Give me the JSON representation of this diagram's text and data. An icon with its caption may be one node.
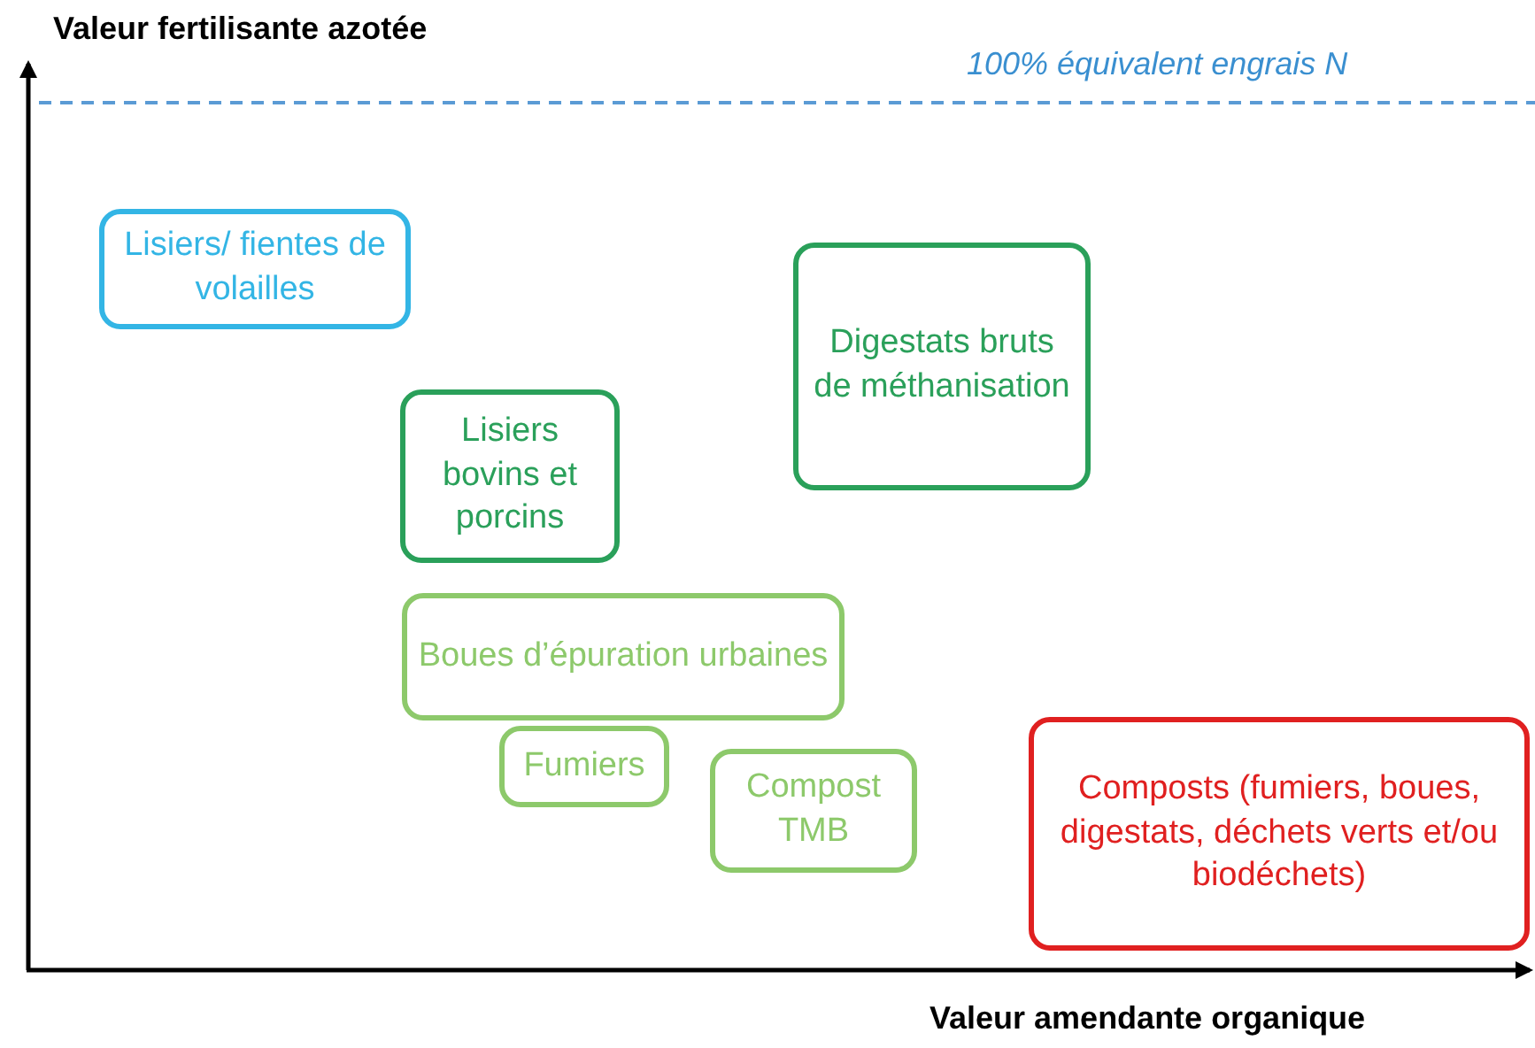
{
  "diagram": {
    "title": "Valeur fertilisante azotée",
    "nodes": [
      {
        "text": [
          "Lisiers/ fientes de volailles"
        ]
      },
      {
        "text": [
          "Digestats bruts de méthanisation"
        ]
      },
      {
        "text": [
          "Lisiers bovins et porcins"
        ]
      },
      {
        "text": [
          "Boues d’épuration urbaines"
        ]
      },
      {
        "text": [
          "Fumiers"
        ]
      },
      {
        "text": [
          "Compost TMB"
        ]
      },
      {
        "text": [
          "Composts (fumiers, boues, digestats, déchets verts et/ou biodéchets)"
        ]
      }
    ],
    "edges": [],
    "labels": [
      "100% équivalent engrais N",
      "Valeur amendante organique"
    ]
  }
}
